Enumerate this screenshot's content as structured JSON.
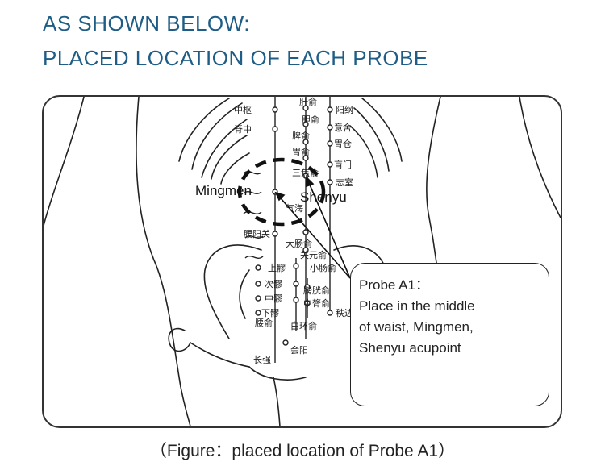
{
  "heading": {
    "line1": "AS SHOWN BELOW:",
    "line2": "PLACED LOCATION OF EACH PROBE"
  },
  "figure": {
    "label_mingmen": "Mingmen",
    "label_shenyu": "Shenyu",
    "acupoints_left": [
      "中枢",
      "脊中",
      "腰阳关",
      "上髎",
      "次髎",
      "中髎",
      "下髎",
      "腰俞",
      "长强"
    ],
    "acupoints_center": [
      "肝俞",
      "胆俞",
      "脾俞",
      "胃俞",
      "三焦俞",
      "气海",
      "大肠俞",
      "关元俞",
      "小肠俞",
      "膀胱俞",
      "中膂俞",
      "白环俞",
      "会阳"
    ],
    "acupoints_right": [
      "阳纲",
      "意舍",
      "胃仓",
      "肓门",
      "志室",
      "秩边"
    ]
  },
  "probe": {
    "title": "Probe A1：",
    "line1": "Place in the middle",
    "line2": "of waist, Mingmen,",
    "line3": "Shenyu acupoint"
  },
  "caption": "（Figure：placed location of Probe A1）"
}
